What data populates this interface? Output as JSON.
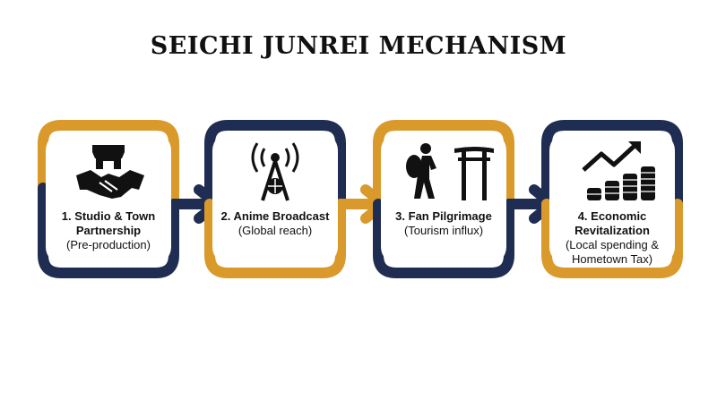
{
  "title": "SEICHI JUNREI MECHANISM",
  "colors": {
    "navy": "#1f2d52",
    "gold": "#d99a2b",
    "ink": "#111111"
  },
  "steps": [
    {
      "title": "1. Studio & Town Partnership",
      "subtitle": "(Pre-production)",
      "icon": "handshake-shop-icon",
      "frame_top": "gold",
      "frame_bottom": "navy"
    },
    {
      "title": "2. Anime Broadcast",
      "subtitle": "(Global reach)",
      "icon": "broadcast-tower-icon",
      "frame_top": "navy",
      "frame_bottom": "gold"
    },
    {
      "title": "3. Fan Pilgrimage",
      "subtitle": "(Tourism influx)",
      "icon": "pilgrim-torii-icon",
      "frame_top": "gold",
      "frame_bottom": "navy"
    },
    {
      "title": "4. Economic Revitalization",
      "subtitle": "(Local spending & Hometown Tax)",
      "icon": "growth-coins-icon",
      "frame_top": "navy",
      "frame_bottom": "gold"
    }
  ]
}
